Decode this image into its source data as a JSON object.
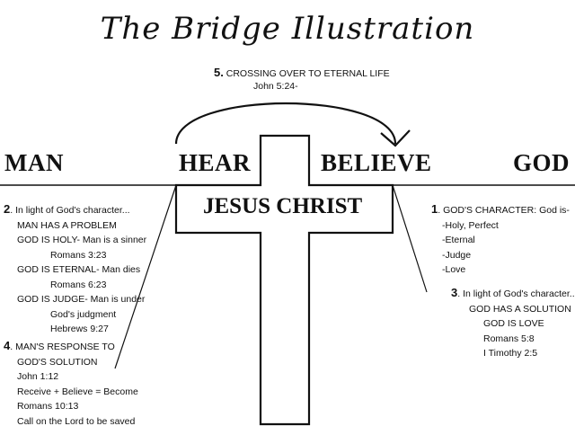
{
  "title": "The Bridge Illustration",
  "labels": {
    "man": "MAN",
    "hear": "HEAR",
    "believe": "BELIEVE",
    "god": "GOD",
    "cross": "JESUS CHRIST"
  },
  "crossing": {
    "number": "5.",
    "text": "CROSSING OVER TO ETERNAL LIFE",
    "ref": "John 5:24-"
  },
  "step2": {
    "number": "2",
    "lines": [
      ". In light of God's character...",
      "MAN HAS A PROBLEM",
      "GOD IS HOLY- Man is a sinner",
      "Romans 3:23",
      "GOD IS ETERNAL- Man dies",
      "Romans 6:23",
      "GOD IS JUDGE- Man is under",
      "God's judgment",
      "Hebrews 9:27"
    ]
  },
  "step4": {
    "number": "4",
    "lines": [
      ". MAN'S RESPONSE TO",
      "GOD'S SOLUTION",
      "John 1:12",
      "Receive + Believe = Become",
      "Romans 10:13",
      "Call on the Lord to be saved"
    ]
  },
  "step1": {
    "number": "1",
    "lines": [
      ". GOD'S CHARACTER: God is-",
      "-Holy, Perfect",
      "-Eternal",
      "-Judge",
      "-Love"
    ]
  },
  "step3": {
    "number": "3",
    "lines": [
      ". In light of God's character...",
      "GOD HAS A SOLUTION",
      "GOD IS LOVE",
      "Romans 5:8",
      "I Timothy 2:5"
    ]
  }
}
